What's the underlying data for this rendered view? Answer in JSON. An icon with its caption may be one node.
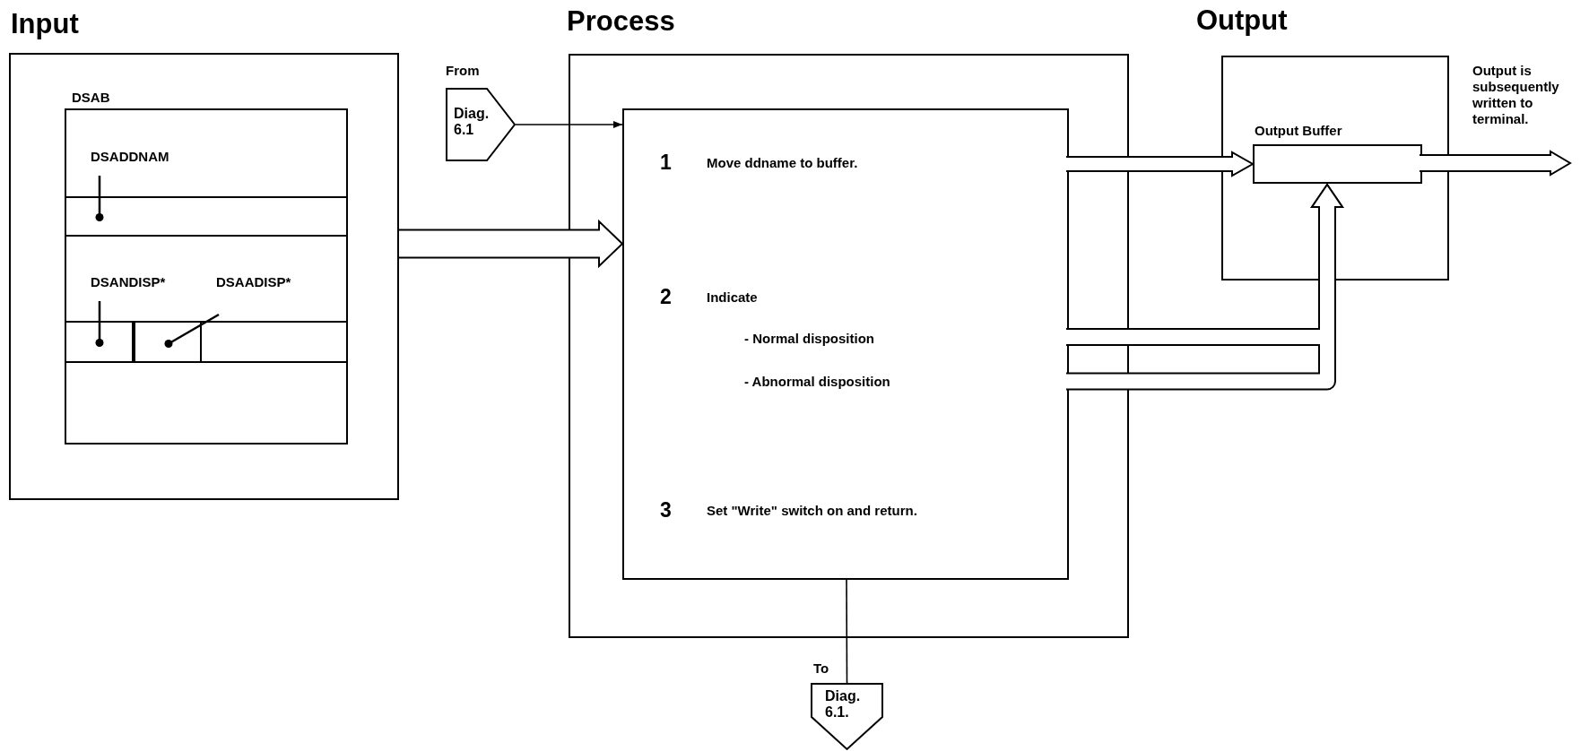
{
  "diagram": {
    "nodes": [
      {
        "text": [
          "Input"
        ]
      },
      {
        "text": [
          "DSAB"
        ],
        "in": 0
      },
      {
        "text": [
          "DSADDNAM"
        ],
        "in": 1
      },
      {
        "text": [],
        "shape": "box",
        "in": 1
      },
      {
        "text": [
          "DSANDISP*"
        ],
        "in": 1
      },
      {
        "text": [
          "DSAADISP*"
        ],
        "in": 1
      },
      {
        "text": [],
        "shape": "box",
        "in": 1
      },
      {
        "text": [],
        "shape": "box",
        "in": 1
      },
      {
        "text": [
          "From",
          "Diag. 6.1"
        ]
      },
      {
        "text": [
          "Process"
        ]
      },
      {
        "text": [
          "1",
          "Move ddname to buffer.",
          "2",
          "Indicate",
          "- Normal disposition",
          "- Abnormal disposition",
          "3",
          "Set \"Write\" switch on and return."
        ],
        "in": 9
      },
      {
        "text": [
          "Output"
        ]
      },
      {
        "text": [
          "Output Buffer"
        ],
        "in": 11
      },
      {
        "text": [
          "To",
          "Diag. 6.1."
        ]
      }
    ],
    "edges": [
      {
        "from": 8,
        "to": 10,
        "arrow": "to"
      },
      {
        "from": 0,
        "to": 10,
        "arrow": "to",
        "style": "thick"
      },
      {
        "from": 10,
        "to": 12,
        "arrow": "to",
        "style": "thick"
      },
      {
        "from": 10,
        "to": 12,
        "arrow": "to",
        "style": "thick"
      },
      {
        "from": 10,
        "to": 12,
        "arrow": "to",
        "style": "thick"
      },
      {
        "from": 12,
        "to": null,
        "arrow": "to",
        "style": "thick"
      },
      {
        "from": 10,
        "to": 13,
        "arrow": "none"
      },
      {
        "from": 2,
        "to": 3,
        "arrow": "other"
      },
      {
        "from": 4,
        "to": 6,
        "arrow": "other"
      },
      {
        "from": 5,
        "to": 7,
        "arrow": "other"
      }
    ],
    "labels": [
      "Output is subsequently written to terminal."
    ]
  }
}
